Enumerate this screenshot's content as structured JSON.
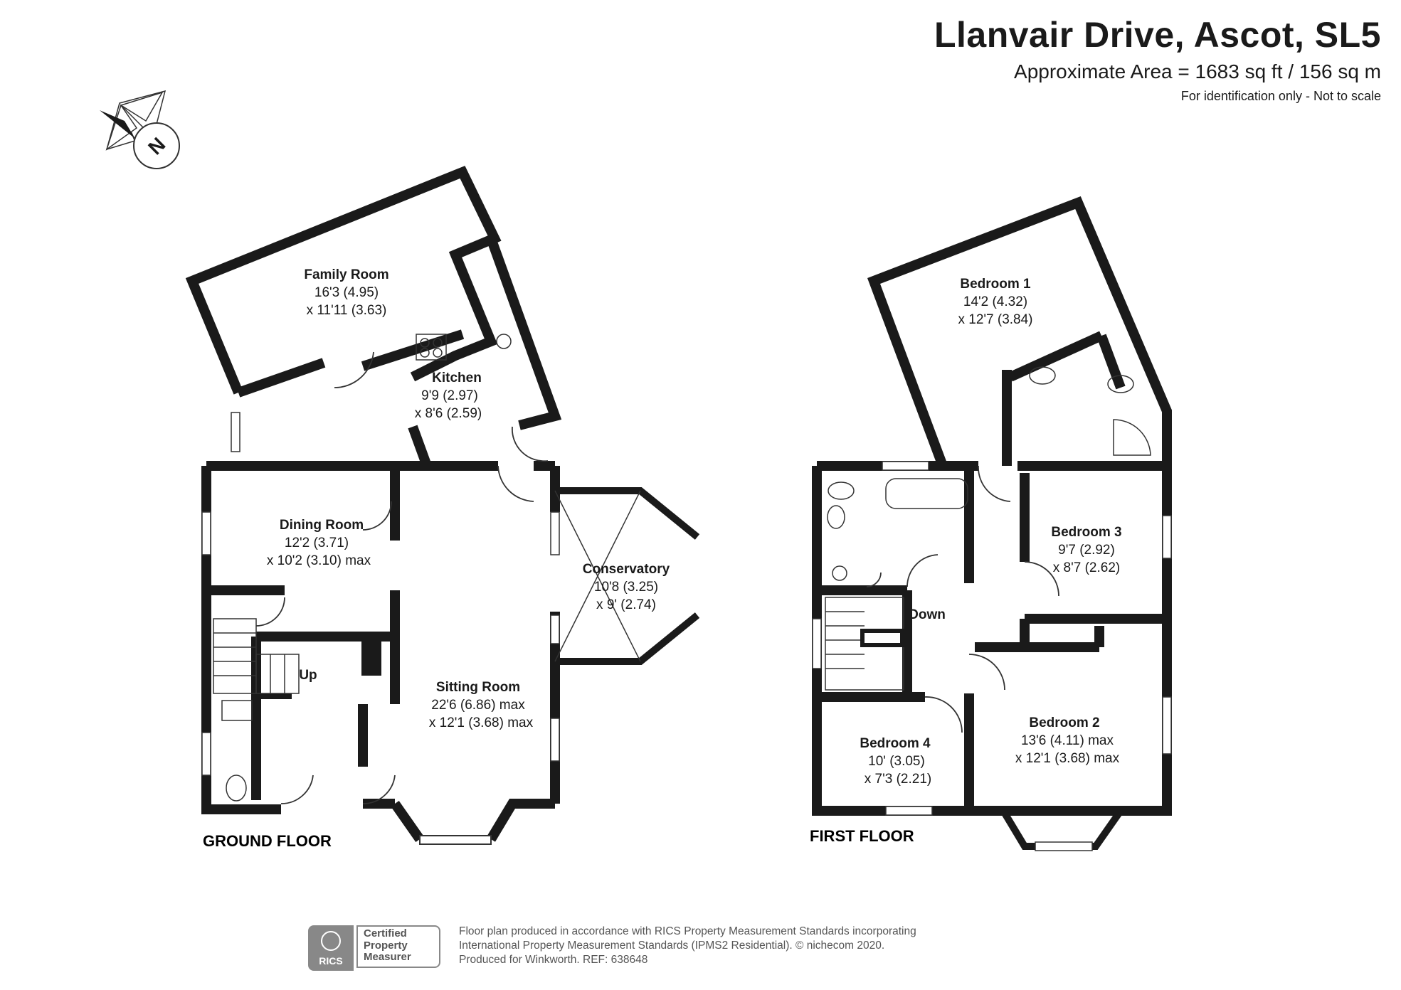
{
  "header": {
    "title": "Llanvair Drive, Ascot, SL5",
    "area": "Approximate Area = 1683 sq ft / 156 sq m",
    "note": "For identification only - Not to scale"
  },
  "compass": {
    "label": "N"
  },
  "ground_floor": {
    "label": "GROUND FLOOR",
    "rooms": [
      {
        "name": "Family Room",
        "dim1": "16'3 (4.95)",
        "dim2": "x 11'11 (3.63)"
      },
      {
        "name": "Kitchen",
        "dim1": "9'9 (2.97)",
        "dim2": "x 8'6 (2.59)"
      },
      {
        "name": "Dining Room",
        "dim1": "12'2 (3.71)",
        "dim2": "x 10'2 (3.10) max"
      },
      {
        "name": "Conservatory",
        "dim1": "10'8 (3.25)",
        "dim2": "x 9' (2.74)"
      },
      {
        "name": "Sitting Room",
        "dim1": "22'6 (6.86) max",
        "dim2": "x 12'1 (3.68) max"
      }
    ],
    "stairs_label": "Up"
  },
  "first_floor": {
    "label": "FIRST FLOOR",
    "rooms": [
      {
        "name": "Bedroom 1",
        "dim1": "14'2 (4.32)",
        "dim2": "x 12'7 (3.84)"
      },
      {
        "name": "Bedroom 3",
        "dim1": "9'7 (2.92)",
        "dim2": "x 8'7 (2.62)"
      },
      {
        "name": "Bedroom 2",
        "dim1": "13'6 (4.11) max",
        "dim2": "x 12'1 (3.68) max"
      },
      {
        "name": "Bedroom 4",
        "dim1": "10' (3.05)",
        "dim2": "x 7'3 (2.21)"
      }
    ],
    "stairs_label": "Down"
  },
  "footer": {
    "lines": [
      "Floor plan produced in accordance with RICS Property Measurement Standards incorporating",
      "International Property Measurement Standards (IPMS2 Residential).   © nichecom 2020.",
      "Produced for Winkworth.    REF: 638648"
    ],
    "badge": {
      "org": "RICS",
      "line1": "Certified",
      "line2": "Property",
      "line3": "Measurer"
    }
  },
  "colors": {
    "wall": "#1a1a1a",
    "line": "#333333",
    "footer": "#888888"
  }
}
